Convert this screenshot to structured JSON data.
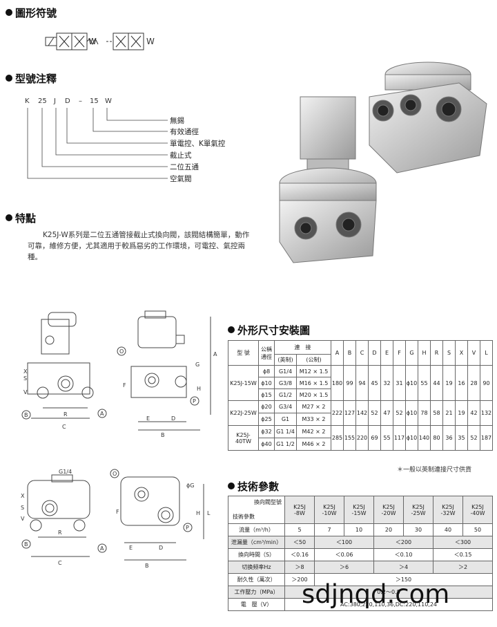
{
  "sections": {
    "symbol_title": "圖形符號",
    "model_title": "型號注釋",
    "features_title": "特點",
    "dims_title": "外形尺寸安裝圖",
    "tech_title": "技術參數"
  },
  "symbol": {
    "w1": "W",
    "w2": "W"
  },
  "model_code": [
    "K",
    "25",
    "J",
    "D",
    "–",
    "15",
    "W"
  ],
  "model_labels": [
    "無錫",
    "有效通徑",
    "單電控、K單氣控",
    "截止式",
    "二位五通",
    "空氣閥"
  ],
  "features_text": "K25J-W系列是二位五通管接截止式換向閥，該閥結構簡單，動作可靠，維修方便，尤其適用于較爲惡劣的工作環境，可電控、氣控兩種。",
  "drawing_labels": {
    "A": "A",
    "B": "B",
    "C": "C",
    "D": "D",
    "E": "E",
    "F": "F",
    "G": "G",
    "H": "H",
    "L": "L",
    "O": "O",
    "P": "P",
    "R": "R",
    "S": "S",
    "V": "V",
    "X": "X",
    "g14": "G1/4",
    "phiG": "ϕG"
  },
  "dims_table": {
    "h_model": "型 號",
    "h_nominal": "公稱通徑",
    "h_conn": "連　接",
    "h_imp": "(英制)",
    "h_met": "(公制)",
    "letters": [
      "A",
      "B",
      "C",
      "D",
      "E",
      "F",
      "G",
      "H",
      "R",
      "S",
      "X",
      "V",
      "L"
    ],
    "groups": [
      {
        "model": "K25J-15W",
        "rows": [
          [
            "ϕ8",
            "G1/4",
            "M12 × 1.5"
          ],
          [
            "ϕ10",
            "G3/8",
            "M16 × 1.5"
          ],
          [
            "ϕ15",
            "G1/2",
            "M20 × 1.5"
          ]
        ],
        "values": [
          "180",
          "99",
          "94",
          "45",
          "32",
          "31",
          "ϕ10",
          "55",
          "44",
          "19",
          "16",
          "28",
          "90"
        ]
      },
      {
        "model": "K22J-25W",
        "rows": [
          [
            "ϕ20",
            "G3/4",
            "M27 × 2"
          ],
          [
            "ϕ25",
            "G1",
            "M33 × 2"
          ]
        ],
        "values": [
          "222",
          "127",
          "142",
          "52",
          "47",
          "52",
          "ϕ10",
          "78",
          "58",
          "21",
          "19",
          "42",
          "132"
        ]
      },
      {
        "model": "K25J-40TW",
        "rows": [
          [
            "ϕ32",
            "G1 1/4",
            "M42 × 2"
          ],
          [
            "ϕ40",
            "G1 1/2",
            "M46 × 2"
          ]
        ],
        "values": [
          "285",
          "155",
          "220",
          "69",
          "55",
          "117",
          "ϕ10",
          "140",
          "80",
          "36",
          "35",
          "52",
          "187"
        ]
      }
    ],
    "note": "＊一般以英制連接尺寸供貨"
  },
  "tech_table": {
    "h_type": "換向閥型號",
    "h_params": "技術參數",
    "models": [
      [
        "K25J",
        "-8W"
      ],
      [
        "K25J",
        "-10W"
      ],
      [
        "K25J",
        "-15W"
      ],
      [
        "K25J",
        "-20W"
      ],
      [
        "K25J",
        "-25W"
      ],
      [
        "K25J",
        "-32W"
      ],
      [
        "K25J",
        "-40W"
      ]
    ],
    "flow_label": "流量（m³/h）",
    "flow": [
      "5",
      "7",
      "10",
      "20",
      "30",
      "40",
      "50"
    ],
    "leak_label": "泄漏量（cm³/min）",
    "leak": [
      "＜50",
      "＜100",
      "＜200",
      "＜300"
    ],
    "switch_label": "換向時間（S）",
    "switch": [
      "＜0.16",
      "＜0.06",
      "＜0.10",
      "＜0.15"
    ],
    "freq_label": "切换频率Hz",
    "freq": [
      "＞8",
      "＞6",
      "＞4",
      "＞2"
    ],
    "dur_label": "耐久性（萬次）",
    "dur": [
      "＞200",
      "＞150"
    ],
    "press_label": "工作壓力（MPa）",
    "press": "0.2～0.8",
    "volt_label": "電　壓（V）",
    "volt": "AC:380,220,110,36,DC:220,110,24"
  },
  "watermark": "sdjnqd.com"
}
